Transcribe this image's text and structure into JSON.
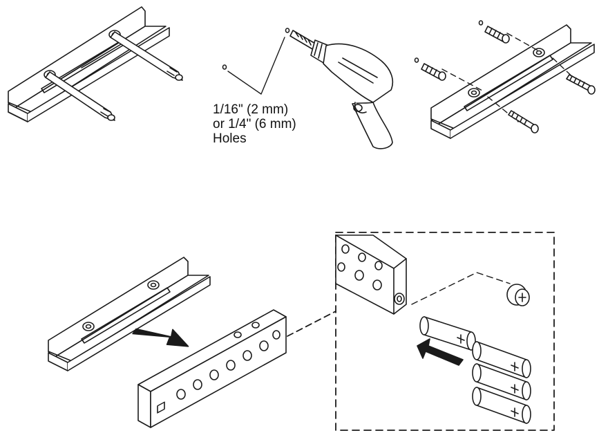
{
  "callout": {
    "lines": [
      "1/16\" (2 mm)",
      "or 1/4\" (6 mm)",
      "Holes"
    ]
  },
  "colors": {
    "line": "#1a1a1a",
    "fill": "#ffffff"
  },
  "icons": {
    "drill": "drill-icon",
    "battery": "battery-icon",
    "screw": "screw-icon",
    "anchor": "wall-anchor-icon",
    "arrow": "arrow-icon"
  }
}
